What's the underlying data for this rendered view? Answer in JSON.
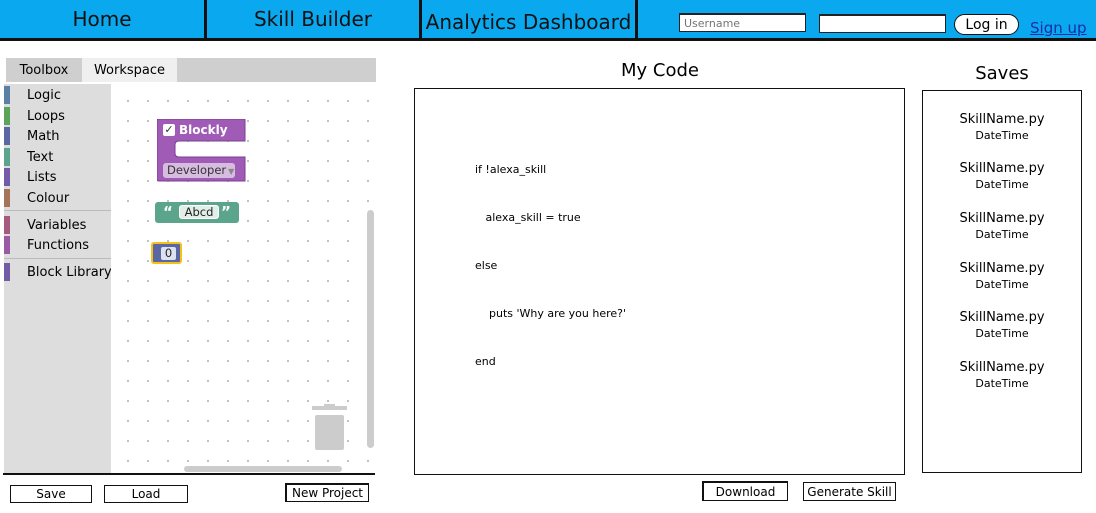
{
  "nav": {
    "home": "Home",
    "skill_builder": "Skill Builder",
    "analytics": "Analytics Dashboard",
    "username_placeholder": "Username",
    "password_value": "",
    "login": "Log in",
    "signup": "Sign up"
  },
  "blockly": {
    "tabs": [
      "Toolbox",
      "Workspace"
    ],
    "categories": [
      {
        "label": "Logic",
        "color": "#5b80a5"
      },
      {
        "label": "Loops",
        "color": "#5ba55b"
      },
      {
        "label": "Math",
        "color": "#5b67a5"
      },
      {
        "label": "Text",
        "color": "#5ba58c"
      },
      {
        "label": "Lists",
        "color": "#745ba5"
      },
      {
        "label": "Colour",
        "color": "#a5745b"
      },
      {
        "label": "Variables",
        "color": "#a55b80"
      },
      {
        "label": "Functions",
        "color": "#995ba5"
      },
      {
        "label": "Block Library",
        "color": "#745ba5"
      }
    ],
    "blocks": {
      "custom_block_label": "Blockly",
      "custom_block_dropdown": "Developer",
      "text_block_value": "Abcd",
      "number_block_value": "0",
      "custom_block_color": "#a05bb7",
      "text_block_color": "#5ba58c",
      "number_block_color": "#5b67a5"
    }
  },
  "buttons": {
    "save": "Save",
    "load": "Load",
    "new_project": "New Project",
    "download": "Download",
    "generate_skill": "Generate Skill"
  },
  "code_panel": {
    "title": "My Code",
    "lines": [
      "if !alexa_skill",
      "   alexa_skill = true",
      "else",
      "    puts 'Why are you here?'",
      "end"
    ]
  },
  "saves_panel": {
    "title": "Saves",
    "items": [
      {
        "name": "SkillName.py",
        "date": "DateTime"
      },
      {
        "name": "SkillName.py",
        "date": "DateTime"
      },
      {
        "name": "SkillName.py",
        "date": "DateTime"
      },
      {
        "name": "SkillName.py",
        "date": "DateTime"
      },
      {
        "name": "SkillName.py",
        "date": "DateTime"
      },
      {
        "name": "SkillName.py",
        "date": "DateTime"
      }
    ]
  },
  "colors": {
    "nav_bg": "#0aa8ee",
    "signup_link": "#1a2ea8"
  }
}
